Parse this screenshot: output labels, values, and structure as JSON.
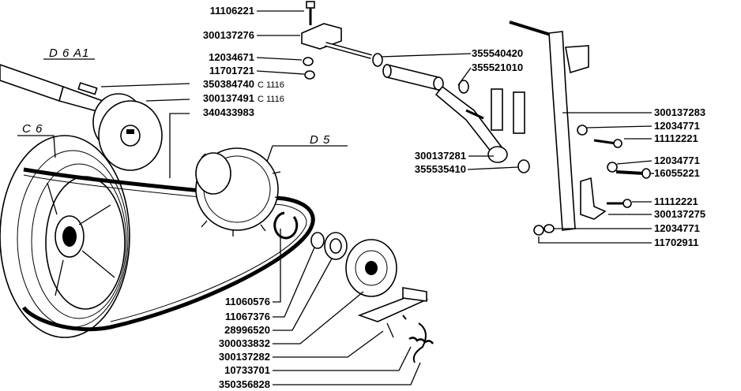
{
  "labels": {
    "p11106221_top": "11106221",
    "p300137276": "300137276",
    "p12034671": "12034671",
    "p11701721": "11701721",
    "p350384740": "350384740",
    "p300137491": "300137491",
    "p340433983": "340433983",
    "p355540420": "355540420",
    "p355521010": "355521010",
    "p300137281": "300137281",
    "p355535410": "355535410",
    "p300137283": "300137283",
    "p12034771_a": "12034771",
    "p11112221_a": "11112221",
    "p12034771_b": "12034771",
    "p16055221": "16055221",
    "p11112221_b": "11112221",
    "p300137275": "300137275",
    "p12034771_c": "12034771",
    "p11702911": "11702911",
    "p11060576": "11060576",
    "p11067376": "11067376",
    "p28996520": "28996520",
    "p300033832": "300033832",
    "p300137282": "300137282",
    "p10733701": "10733701",
    "p350356828": "350356828"
  },
  "compat": {
    "c1": "C 1116",
    "c2": "C 1116"
  },
  "refs": {
    "d6a1": "D 6  A1",
    "c6": "C 6",
    "d5": "D 5"
  }
}
